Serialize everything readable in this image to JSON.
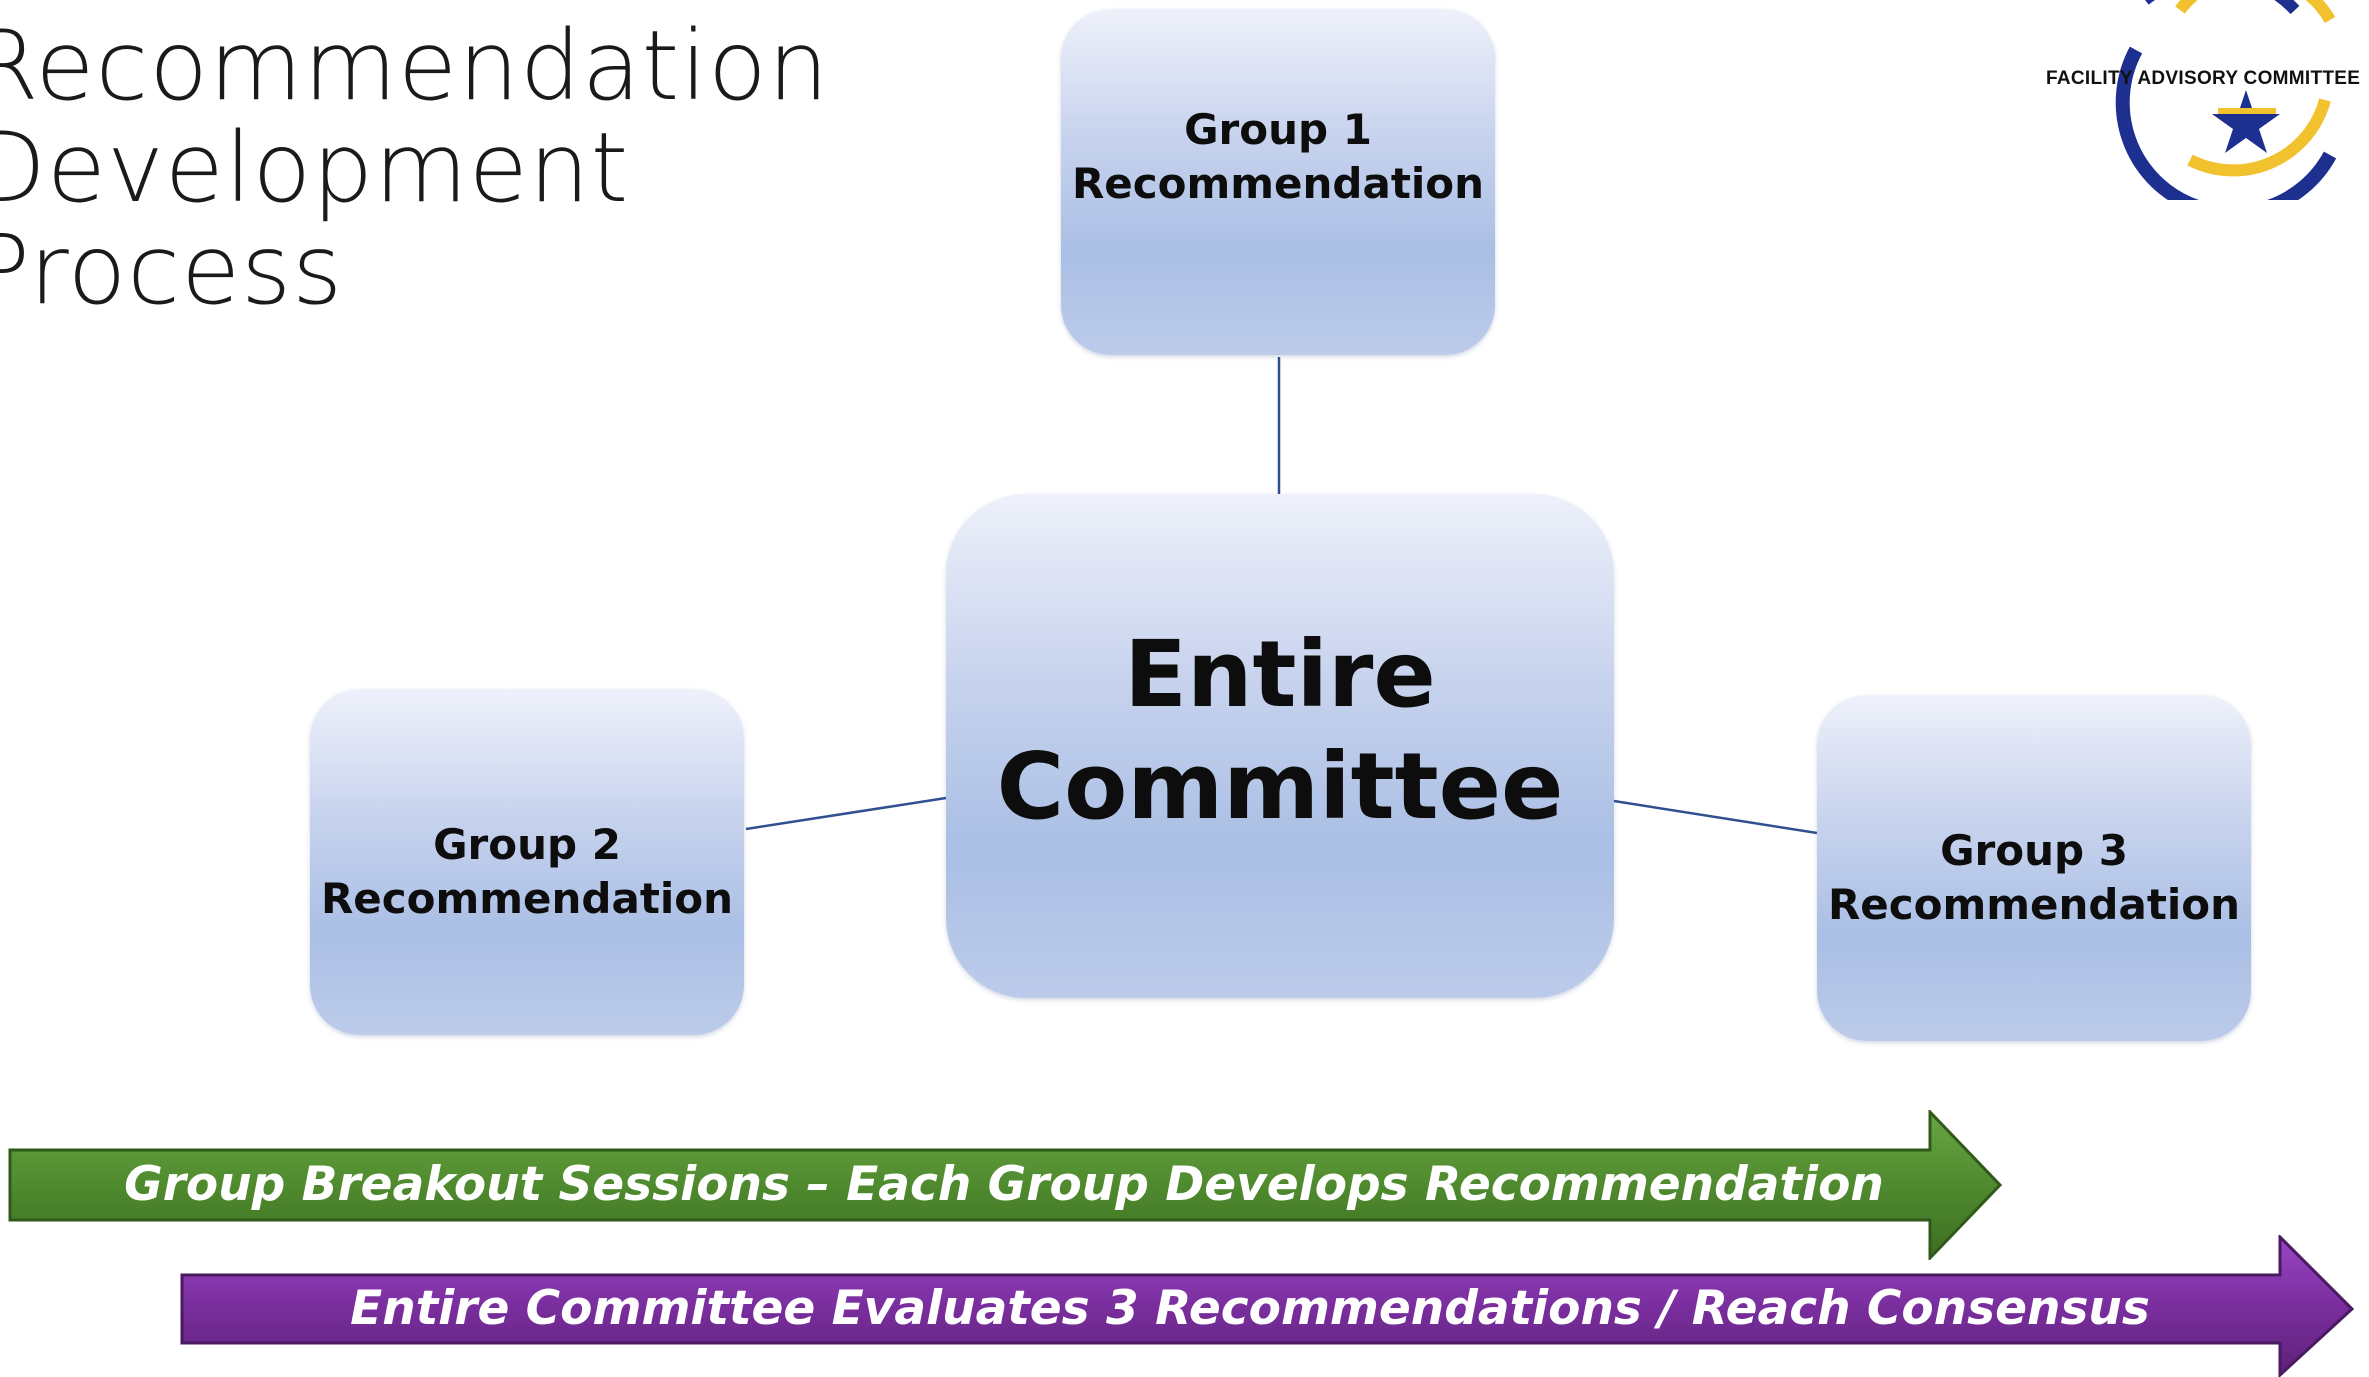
{
  "title": {
    "line1": "Recommendation",
    "line2": "Development",
    "line3": "Process"
  },
  "logo": {
    "text": "FACILITY ADVISORY COMMITTEE",
    "icon": "star-logo-icon",
    "colors": {
      "navy": "#1d2f8f",
      "gold": "#f2c12e"
    }
  },
  "nodes": {
    "group1": {
      "line1": "Group 1",
      "line2": "Recommendation"
    },
    "group2": {
      "line1": "Group 2",
      "line2": "Recommendation"
    },
    "group3": {
      "line1": "Group 3",
      "line2": "Recommendation"
    },
    "entire": {
      "line1": "Entire",
      "line2": "Committee"
    }
  },
  "arrows": {
    "breakout": {
      "label": "Group Breakout Sessions – Each Group Develops Recommendation",
      "color": "#4f8a2e"
    },
    "evaluate": {
      "label": "Entire Committee Evaluates 3 Recommendations / Reach Consensus",
      "color": "#7a2e9e"
    }
  },
  "colors": {
    "connector": "#2f4f8f",
    "box_top": "#eef1fa",
    "box_bottom": "#aabfe5"
  }
}
